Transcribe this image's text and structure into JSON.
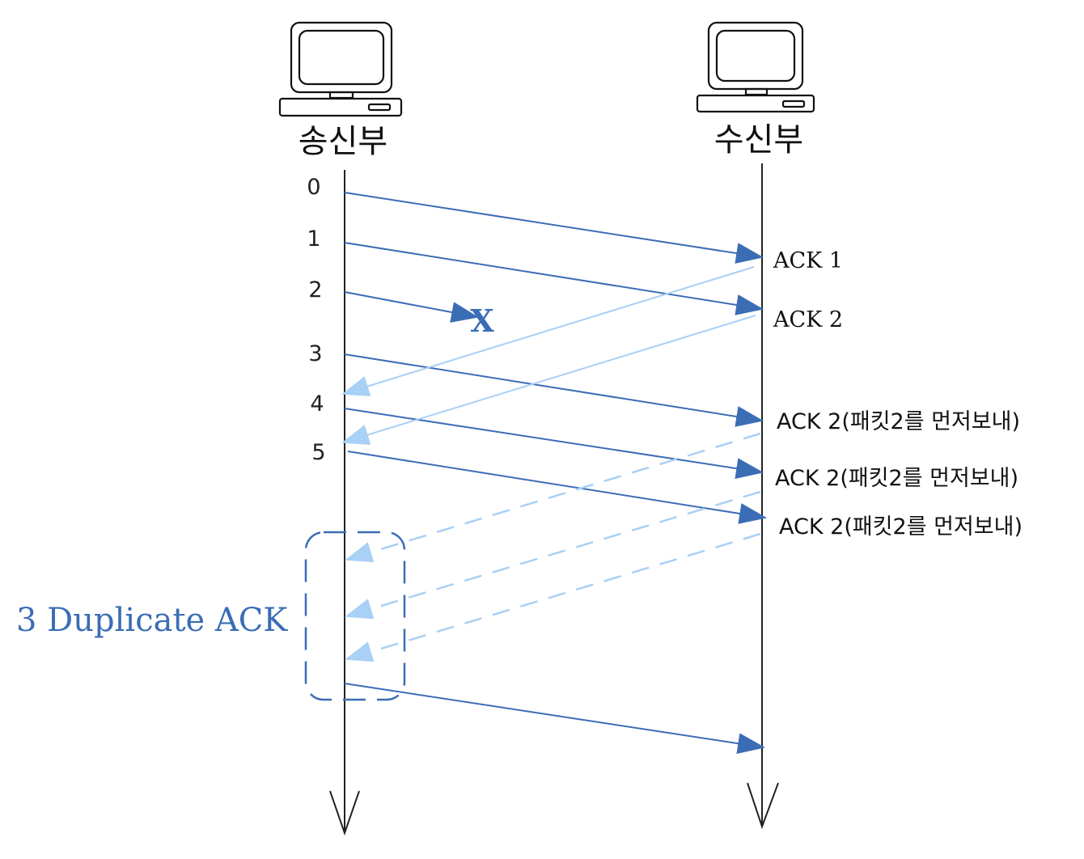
{
  "nodes": {
    "sender": "송신부",
    "receiver": "수신부"
  },
  "packets": [
    "0",
    "1",
    "2",
    "3",
    "4",
    "5"
  ],
  "lost_marker": "X",
  "acks": [
    "ACK 1",
    "ACK 2",
    "ACK 2(패킷2를 먼저보내)",
    "ACK 2(패킷2를 먼저보내)",
    "ACK 2(패킷2를 먼저보내)"
  ],
  "duplicate_label": "3 Duplicate ACK",
  "icons": [
    "computer-icon",
    "computer-icon"
  ],
  "colors": {
    "data_arrow": "#3b6db5",
    "ack_arrow": "#a9d0f5",
    "timeline": "#222222"
  }
}
